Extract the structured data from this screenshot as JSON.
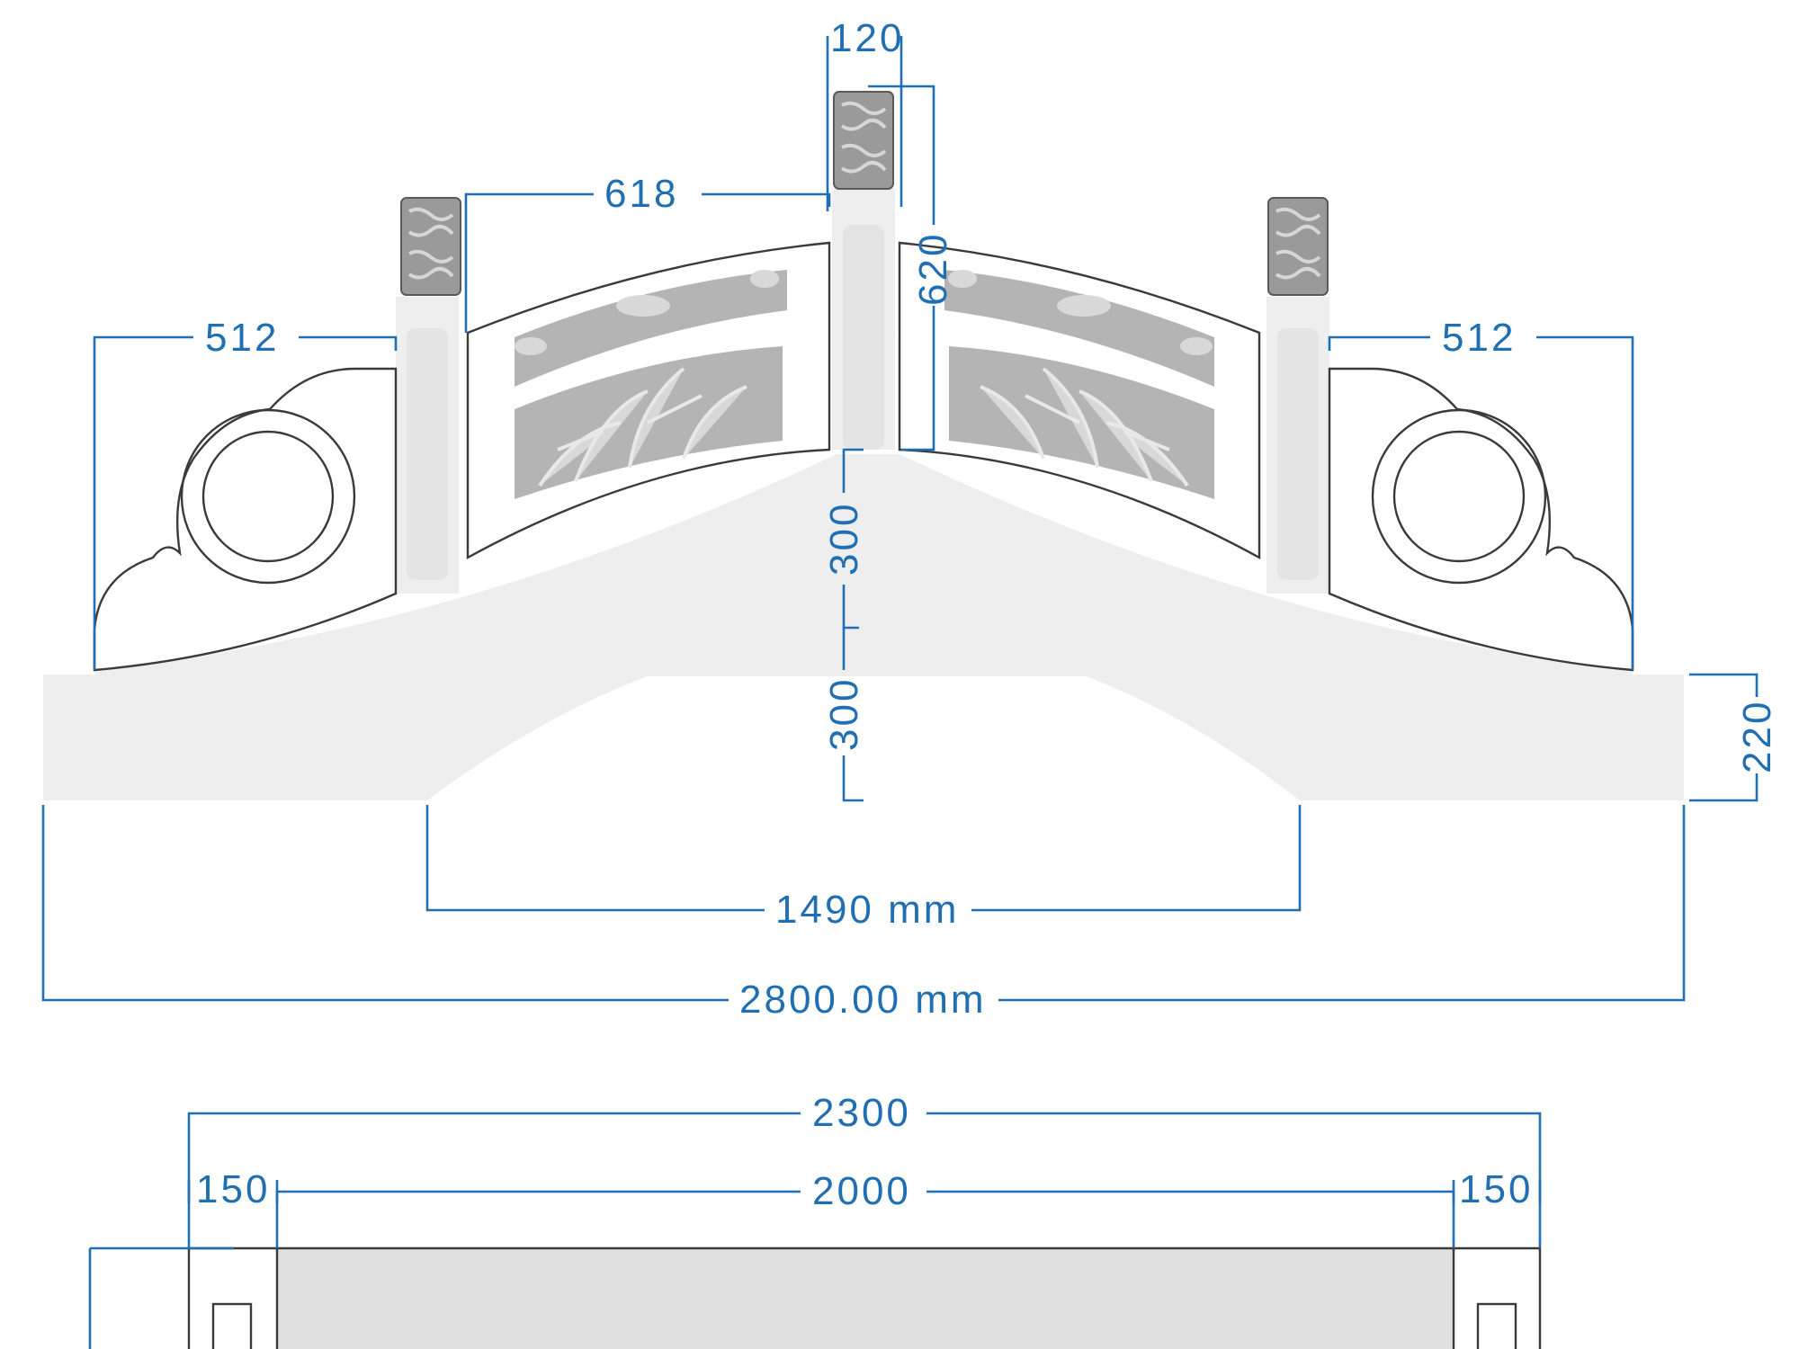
{
  "drawing": {
    "colors": {
      "dimension": "#1f6fb2",
      "stone": "#eeeeee",
      "outline": "#3a3a3a",
      "panel": "#b4b4b4"
    },
    "elevation_labels": {
      "top_post_width": "120",
      "panel_top_width": "618",
      "post_height": "620",
      "end_width_left": "512",
      "end_width_right": "512",
      "arch_rise": "300",
      "arch_thickness": "300",
      "base_height": "220",
      "arch_span": "1490 mm",
      "total_length": "2800.00 mm"
    },
    "plan_labels": {
      "overall_width": "2300",
      "inner_width": "2000",
      "side_left": "150",
      "side_right": "150"
    }
  }
}
